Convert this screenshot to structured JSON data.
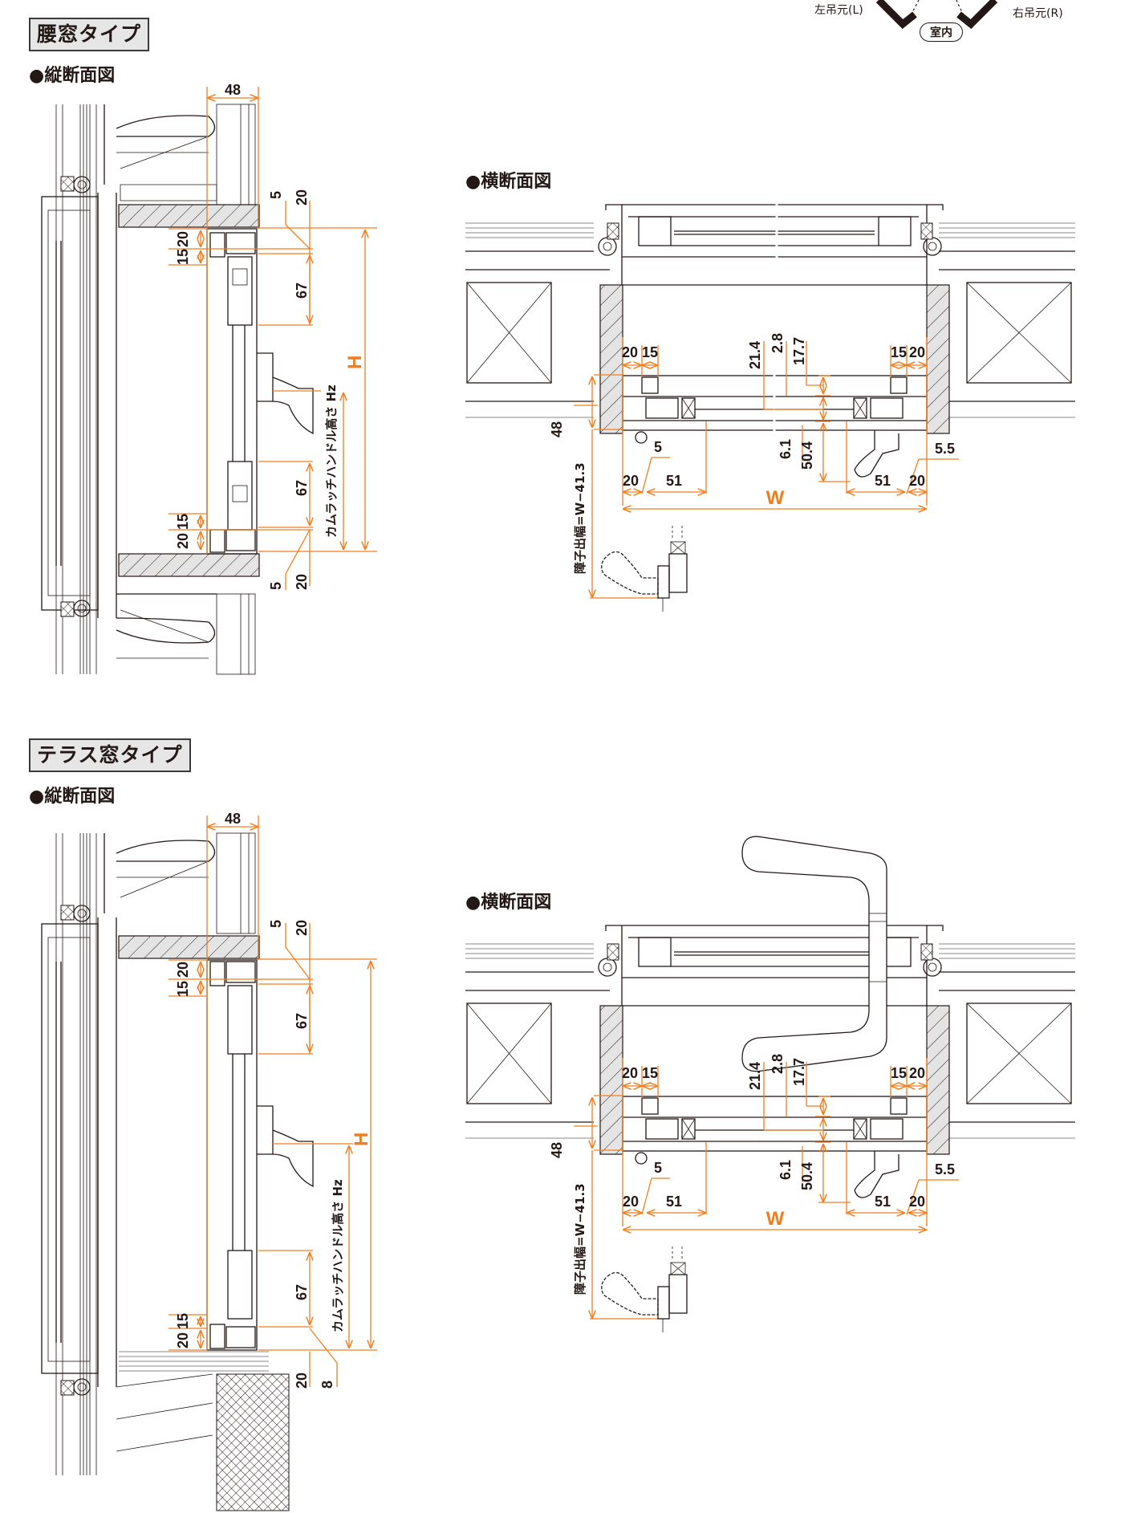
{
  "orientation": {
    "left_hinge": "左吊元(L)",
    "right_hinge": "右吊元(R)",
    "interior": "室内"
  },
  "sections": [
    {
      "type_label": "腰窓タイプ",
      "vertical": {
        "title": "●縦断面図",
        "dims": {
          "width": "48",
          "top_gap": "5",
          "top_frame": "20",
          "top_15": "15",
          "top_20": "20",
          "upper_67": "67",
          "lower_67": "67",
          "bottom_20": "20",
          "bottom_15": "15",
          "bottom_gap": "5",
          "bottom_frame": "20",
          "height": "H",
          "handle_height": "カムラッチハンドル高さ Hz"
        }
      },
      "horizontal": {
        "title": "●横断面図",
        "dims": {
          "l20": "20",
          "l15": "15",
          "d21_4": "21.4",
          "d2_8": "2.8",
          "d17_7": "17.7",
          "r15": "15",
          "r20": "20",
          "d48": "48",
          "d5": "5",
          "d6_1": "6.1",
          "d50_4": "50.4",
          "d5_5": "5.5",
          "bl20": "20",
          "bl51": "51",
          "br51": "51",
          "br20": "20",
          "width": "W",
          "mullion": "障子出幅=W−41.3"
        }
      }
    },
    {
      "type_label": "テラス窓タイプ",
      "vertical": {
        "title": "●縦断面図",
        "dims": {
          "width": "48",
          "top_gap": "5",
          "top_frame": "20",
          "top_15": "15",
          "top_20": "20",
          "upper_67": "67",
          "lower_67": "67",
          "bottom_20": "20",
          "bottom_15": "15",
          "bottom_gap": "8",
          "bottom_frame": "20",
          "height": "H",
          "handle_height": "カムラッチハンドル高さ Hz"
        }
      },
      "horizontal": {
        "title": "●横断面図",
        "dims": {
          "l20": "20",
          "l15": "15",
          "d21_4": "21.4",
          "d2_8": "2.8",
          "d17_7": "17.7",
          "r15": "15",
          "r20": "20",
          "d48": "48",
          "d5": "5",
          "d6_1": "6.1",
          "d50_4": "50.4",
          "d5_5": "5.5",
          "bl20": "20",
          "bl51": "51",
          "br51": "51",
          "br20": "20",
          "width": "W",
          "mullion": "障子出幅=W−41.3"
        }
      }
    }
  ],
  "colors": {
    "dimension": "#F07D1E",
    "line": "#231815",
    "badge_bg": "#e6e6e6"
  }
}
